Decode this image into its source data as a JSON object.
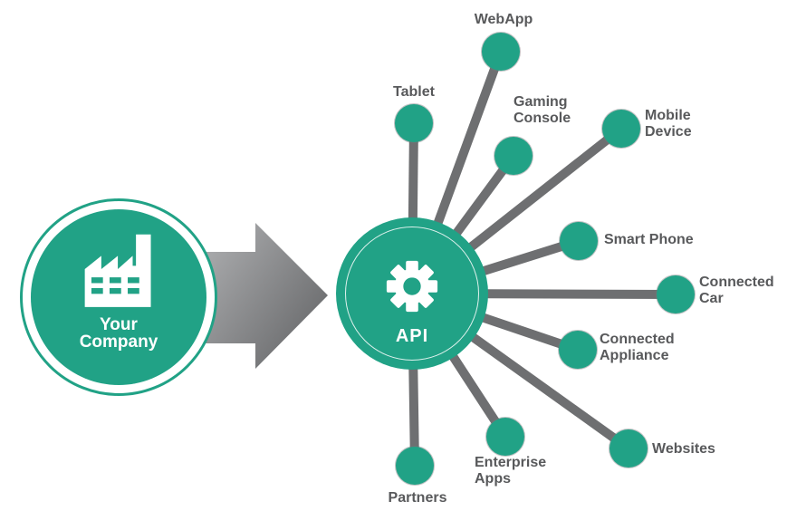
{
  "colors": {
    "accent": "#21a286",
    "spoke": "#6e6f71",
    "label_text": "#58595b",
    "icon_white": "#ffffff",
    "arrow_gradient_start": "#b7b9bb",
    "arrow_gradient_end": "#6d6e70"
  },
  "company": {
    "label": "Your\nCompany",
    "icon": "factory-icon"
  },
  "arrow": {
    "icon": "right-arrow"
  },
  "hub": {
    "label": "API",
    "icon": "gear-icon"
  },
  "nodes": [
    {
      "id": "webapp",
      "label": "WebApp"
    },
    {
      "id": "tablet",
      "label": "Tablet"
    },
    {
      "id": "gaming-console",
      "label": "Gaming\nConsole"
    },
    {
      "id": "mobile-device",
      "label": "Mobile\nDevice"
    },
    {
      "id": "smart-phone",
      "label": "Smart Phone"
    },
    {
      "id": "connected-car",
      "label": "Connected\nCar"
    },
    {
      "id": "connected-appliance",
      "label": "Connected\nAppliance"
    },
    {
      "id": "websites",
      "label": "Websites"
    },
    {
      "id": "enterprise-apps",
      "label": "Enterprise\nApps"
    },
    {
      "id": "partners",
      "label": "Partners"
    }
  ]
}
